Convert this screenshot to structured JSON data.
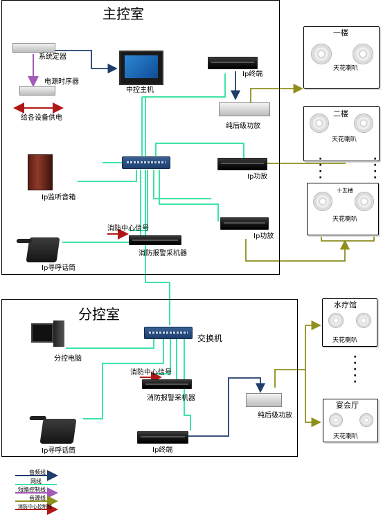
{
  "rooms": {
    "main": "主控室",
    "sub": "分控室"
  },
  "main_room": {
    "system_timer": "系统定器",
    "power_sequencer": "电源时序器",
    "power_supply": "给各设备供电",
    "central_host": "中控主机",
    "ip_terminal": "Ip终端",
    "pure_amp": "纯后级功放",
    "ip_amp_1": "Ip功放",
    "ip_amp_2": "Ip功放",
    "ip_monitor_speaker": "Ip监听音箱",
    "fire_signal": "消防中心信号",
    "fire_collector": "消防报警采机器",
    "ip_paging_mic": "Ip寻呼话筒"
  },
  "sub_room": {
    "switch": "交换机",
    "computer": "分控电脑",
    "fire_signal": "消防中心信号",
    "fire_collector": "消防报警采机器",
    "pure_amp": "纯后级功放",
    "ip_paging_mic": "Ip寻呼话筒",
    "ip_terminal": "Ip终端"
  },
  "zones": [
    {
      "title": "一楼",
      "speaker": "天花喇叭"
    },
    {
      "title": "二楼",
      "speaker": "天花喇叭"
    },
    {
      "title": "十五楼",
      "speaker": "天花喇叭"
    },
    {
      "title": "水疗馆",
      "speaker": "天花喇叭"
    },
    {
      "title": "宴会厅",
      "speaker": "天花喇叭"
    }
  ],
  "legend": [
    {
      "label": "音频线",
      "color": "#1f3c6b"
    },
    {
      "label": "网线",
      "color": "#3ee3a4"
    },
    {
      "label": "短路控制线",
      "color": "#a35ab8"
    },
    {
      "label": "音源线",
      "color": "#8f8f1e"
    },
    {
      "label": "消防中心控制线",
      "color": "#b01818"
    }
  ],
  "colors": {
    "audio": "#1f3c6b",
    "network": "#3ee3a4",
    "control": "#a35ab8",
    "source": "#8f8f1e",
    "fire": "#b01818"
  }
}
